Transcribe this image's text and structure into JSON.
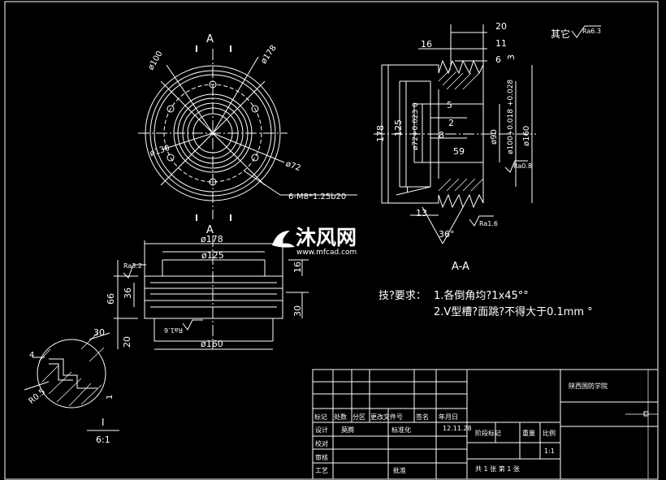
{
  "drawing": {
    "top_view": {
      "section_top": "A",
      "section_bottom": "A",
      "dims": [
        "ø100",
        "ø178",
        "ø130",
        "ø72"
      ],
      "hole_note": "6-M8*1.25b20"
    },
    "section_view": {
      "title": "A-A",
      "top_dims": [
        "20",
        "11",
        "6",
        "3",
        "16"
      ],
      "left_dims": [
        "178",
        "125",
        "ø72+0.023\n     0"
      ],
      "inner_dims": [
        "5",
        "2",
        "8",
        "59"
      ],
      "right_dims": [
        "ø90",
        "ø100+0.018\n      +0.028",
        "ø160"
      ],
      "bottom_dims": [
        "13",
        "36°"
      ],
      "detail_ref": "I",
      "roughness": [
        "Ra6.3",
        "Ra0.8",
        "Ra1.6"
      ],
      "general_roughness": "其它"
    },
    "front_view": {
      "dims_top": [
        "ø178",
        "ø125"
      ],
      "dims_left": [
        "66",
        "36",
        "20"
      ],
      "dims_right": [
        "16",
        "30"
      ],
      "dim_bottom": "ø160",
      "roughness": [
        "Ra3.2",
        "Ra1.6"
      ]
    },
    "detail_view": {
      "dims": [
        "30",
        "4",
        "R0.5",
        "1"
      ],
      "label": "I",
      "scale": "6:1"
    },
    "notes": {
      "heading": "技?要求：",
      "line1": "1.各倒角均?1x45°°",
      "line2": "2.V型槽?面跳?不得大于0.1mm °"
    },
    "watermark": {
      "brand": "沐风网",
      "url": "www.mfcad.com"
    },
    "title_block": {
      "school": "陕西国防学院",
      "headers": [
        "标记",
        "处数",
        "分区",
        "更改文件号",
        "签名",
        "年月日"
      ],
      "design": "设计",
      "designer": "莫腾",
      "standard": "标准化",
      "date": "12.11.28",
      "stage_mark": "阶段标记",
      "weight": "重量",
      "scale_label": "比例",
      "scale_value": "1:1",
      "check": "校对",
      "review": "审核",
      "process": "工艺",
      "approve": "批准",
      "sheets": "共 1 张 第 1 张"
    }
  }
}
